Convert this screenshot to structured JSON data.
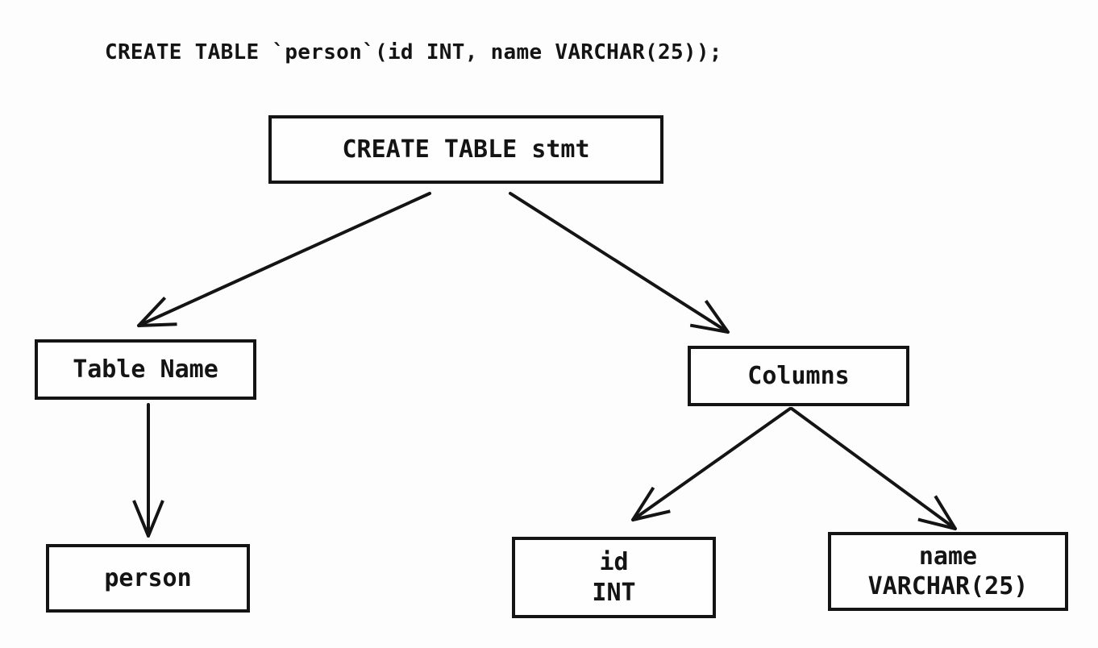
{
  "sql_statement": "CREATE TABLE `person`(id INT, name VARCHAR(25));",
  "diagram": {
    "type": "parse-tree",
    "nodes": {
      "root": {
        "label": "CREATE TABLE stmt"
      },
      "table_name": {
        "label": "Table Name"
      },
      "columns": {
        "label": "Columns"
      },
      "person": {
        "label": "person"
      },
      "id_column": {
        "line1": "id",
        "line2": "INT"
      },
      "name_column": {
        "line1": "name",
        "line2": "VARCHAR(25)"
      }
    },
    "edges": [
      {
        "from": "root",
        "to": "table_name"
      },
      {
        "from": "root",
        "to": "columns"
      },
      {
        "from": "table_name",
        "to": "person"
      },
      {
        "from": "columns",
        "to": "id_column"
      },
      {
        "from": "columns",
        "to": "name_column"
      }
    ],
    "colors": {
      "ink": "#141414",
      "background": "#fdfdfd"
    }
  }
}
